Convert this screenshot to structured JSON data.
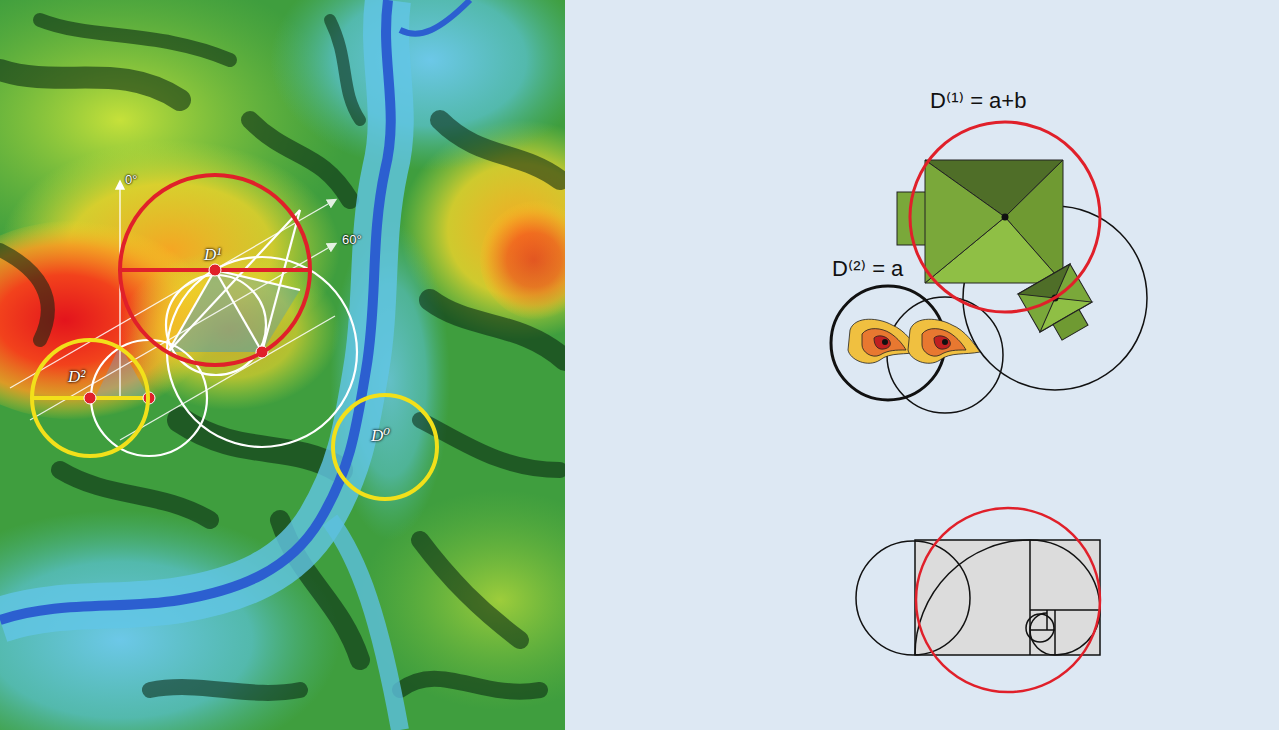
{
  "diagram": {
    "nodes": [
      {
        "text": [
          "D¹"
        ]
      },
      {
        "text": [
          "D²"
        ]
      },
      {
        "text": [
          "D⁰"
        ]
      }
    ],
    "labels": [
      "0°",
      "60°",
      "D⁽¹⁾ = a+b",
      "D⁽²⁾ = a"
    ]
  }
}
